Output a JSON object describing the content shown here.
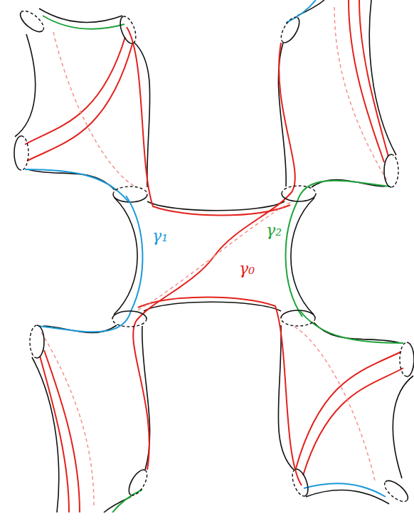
{
  "diagram": {
    "labels": [
      "γ₁",
      "γ₀",
      "γ₂"
    ]
  }
}
